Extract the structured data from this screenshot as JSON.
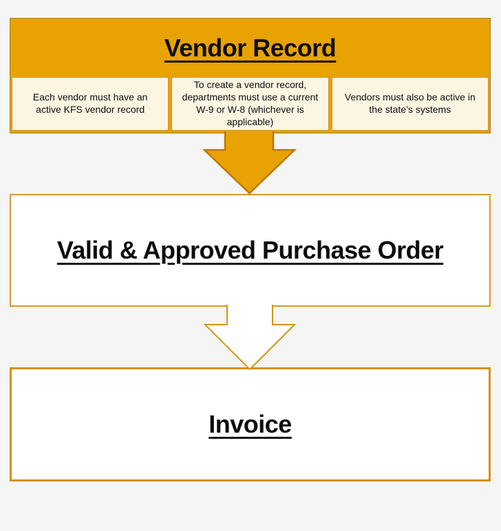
{
  "colors": {
    "page_bg": "#f5f5f5",
    "orange": "#e8a202",
    "orange_dark": "#bb7a00",
    "block_outline": "#9f7e22",
    "cream": "#fcf5e2",
    "cell_border": "#d0942f",
    "po_border": "#d6992e",
    "invoice_border": "#d4910e",
    "arrow_outline_stroke": "#d4940b",
    "text": "#0d0d0d",
    "white": "#ffffff"
  },
  "diagram": {
    "vendor_block": {
      "title": "Vendor Record",
      "notes": [
        "Each vendor must have an active KFS vendor record",
        "To create a vendor record, departments must use a current W-9 or W-8 (whichever is applicable)",
        "Vendors must also be active in the state’s systems"
      ]
    },
    "purchase_order_box": {
      "title": "Valid & Approved Purchase Order"
    },
    "invoice_box": {
      "title": "Invoice"
    },
    "arrows": [
      {
        "name": "vendor-to-purchase-order",
        "style": "solid"
      },
      {
        "name": "purchase-order-to-invoice",
        "style": "outline"
      }
    ]
  }
}
